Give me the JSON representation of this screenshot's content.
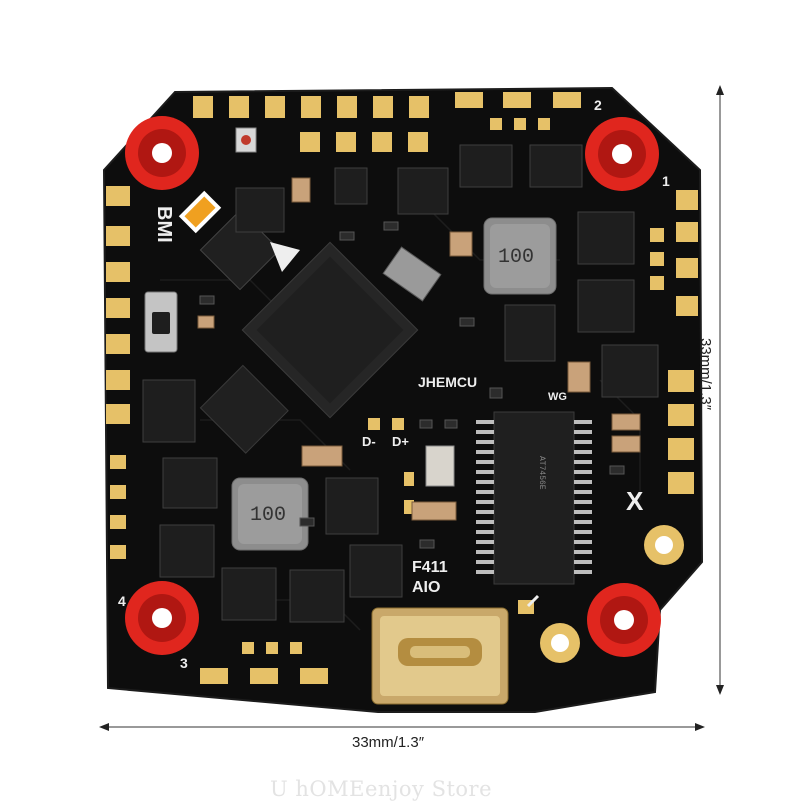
{
  "dimensions": {
    "width_label": "33mm/1.3″",
    "height_label": "33mm/1.3″"
  },
  "board": {
    "gyro_label": "BMI",
    "brand_label": "JHEMCU",
    "mcu_label": "F411",
    "aio_label": "AIO",
    "usb_minus": "D-",
    "usb_plus": "D+",
    "inductor_value": "100",
    "motor_1": "1",
    "motor_2": "2",
    "motor_3": "3",
    "motor_4": "4",
    "osd_chip_label": "AT7456E",
    "vbat_label": "WG",
    "cross_mark": "X"
  },
  "colors": {
    "pcb": "#0d0d0d",
    "gold_pad": "#e6c168",
    "grommet": "#e0261e",
    "inductor": "#8d8d8d"
  },
  "watermark": "U hOMEenjoy Store"
}
